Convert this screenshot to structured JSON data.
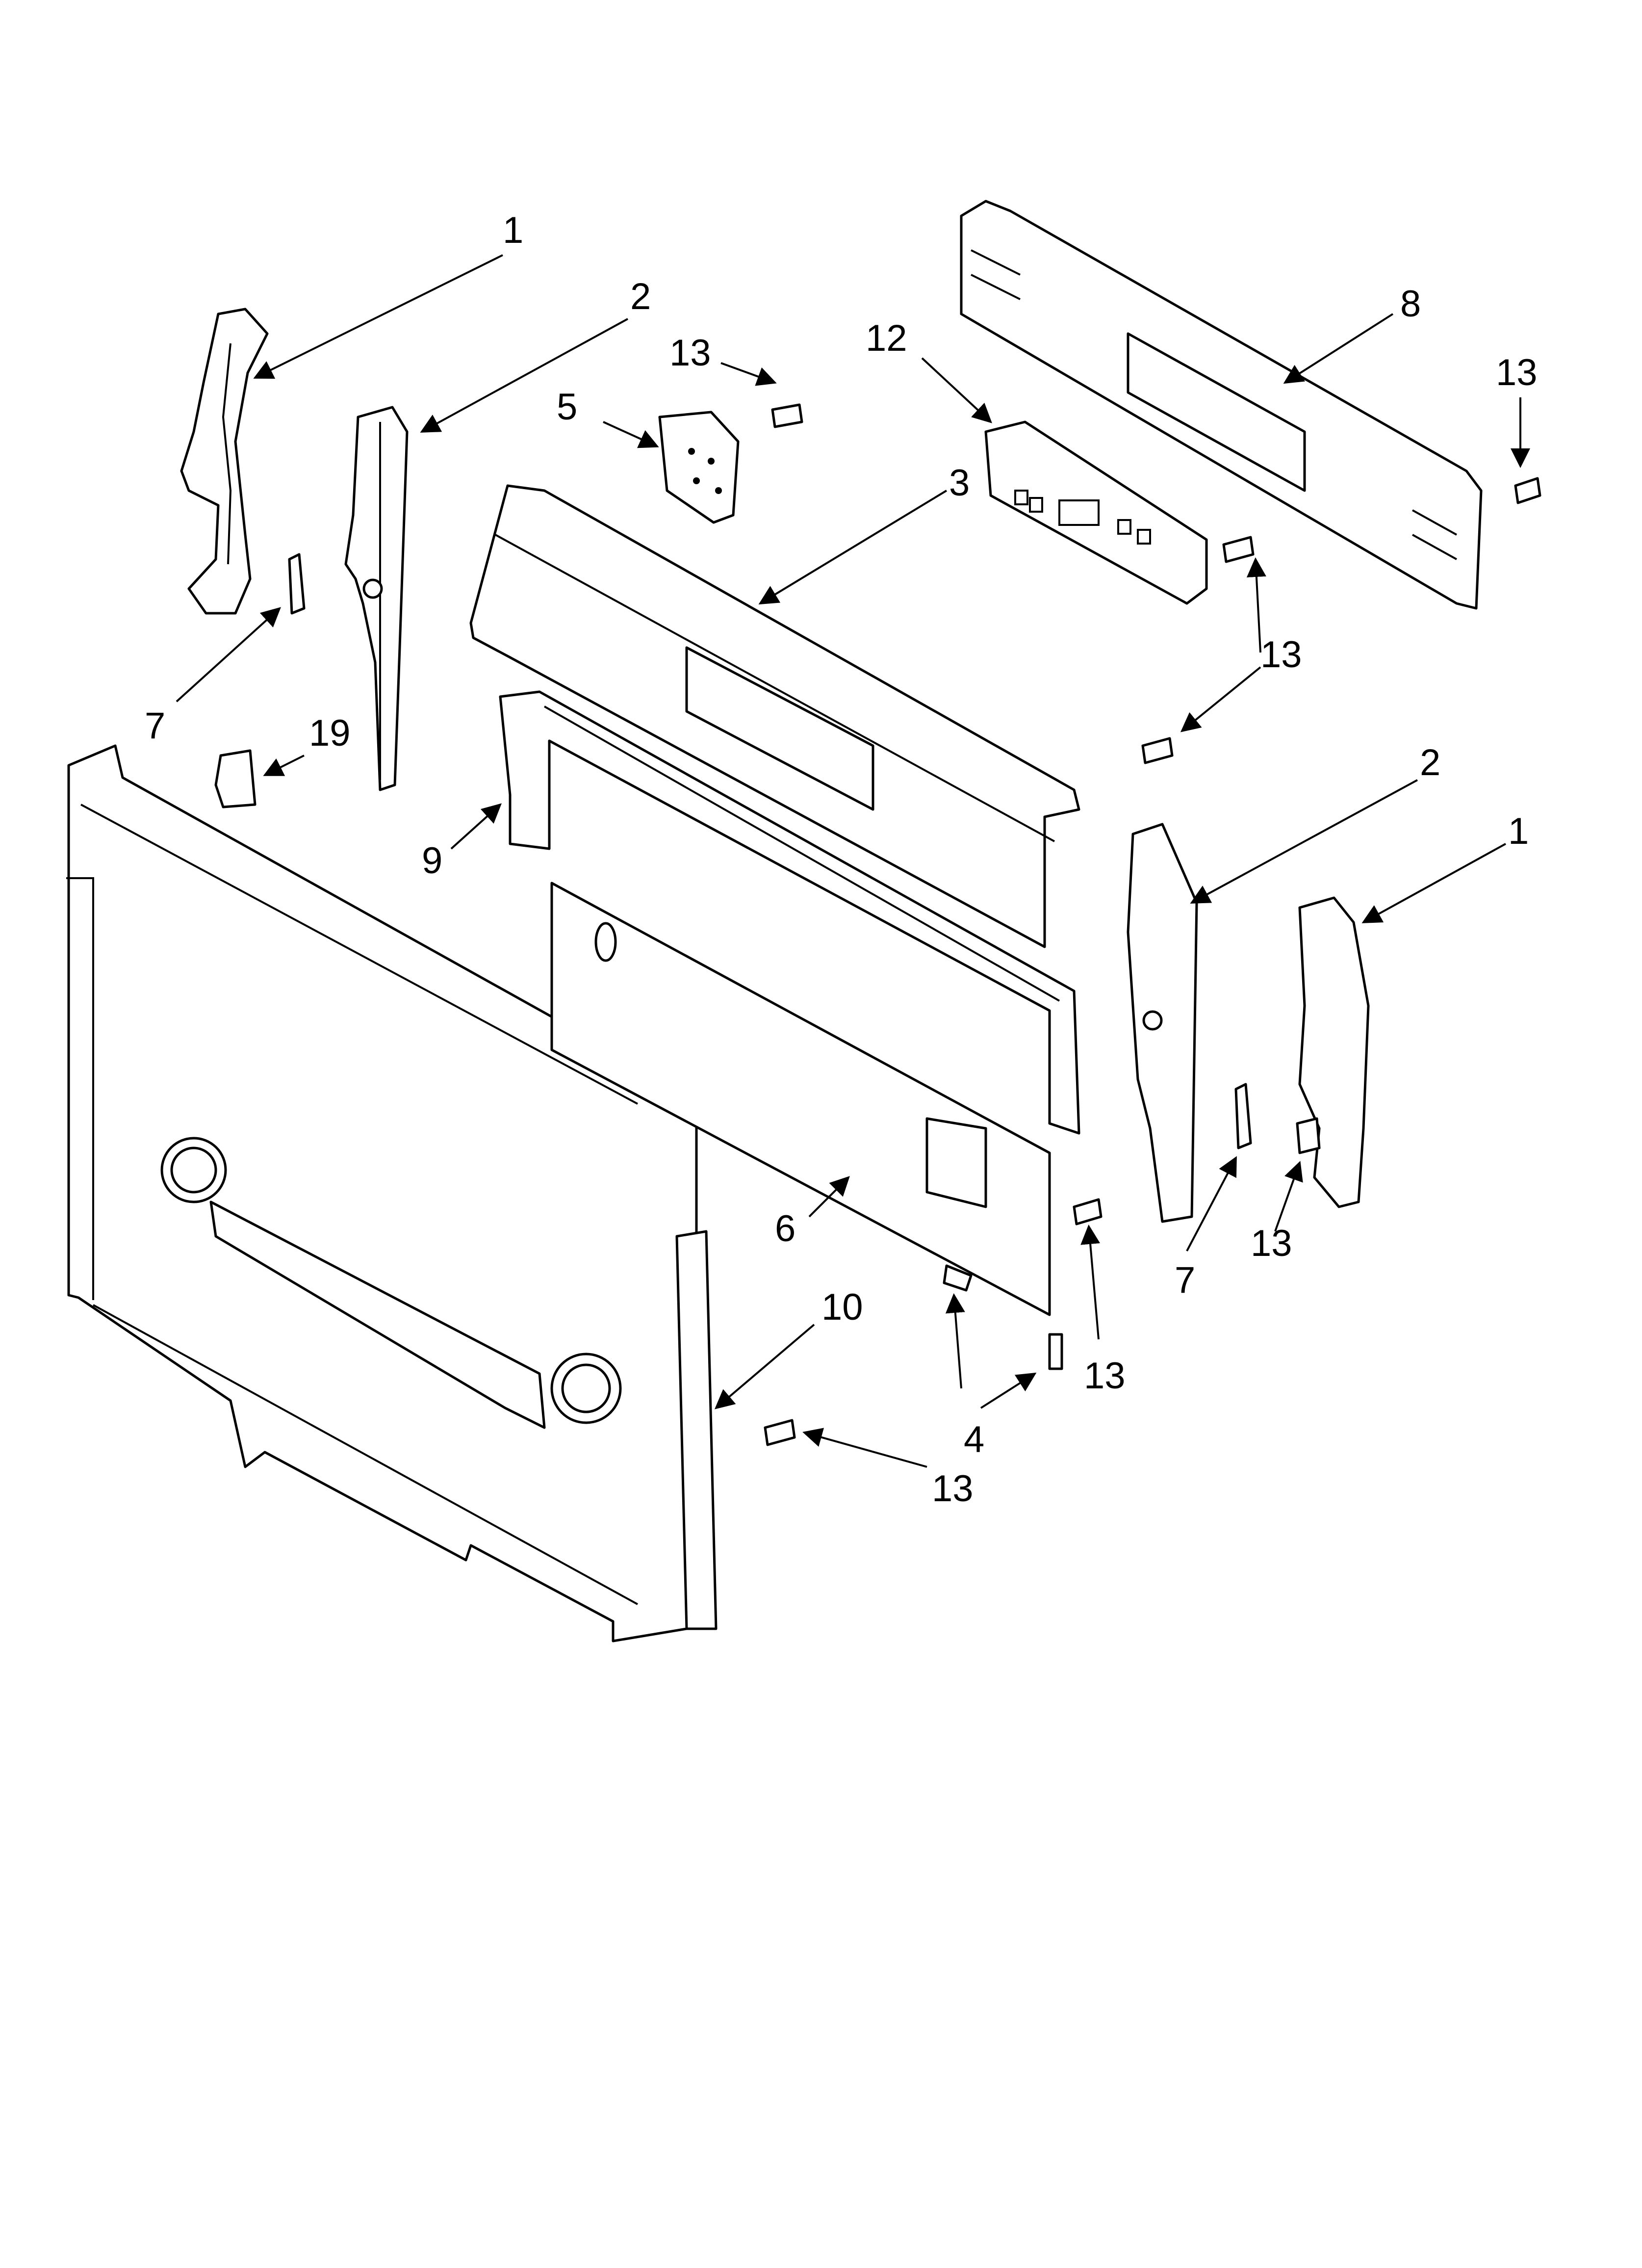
{
  "callouts": [
    {
      "id": "c1a",
      "part": "1"
    },
    {
      "id": "c2a",
      "part": "2"
    },
    {
      "id": "c13a",
      "part": "13"
    },
    {
      "id": "c5",
      "part": "5"
    },
    {
      "id": "c12",
      "part": "12"
    },
    {
      "id": "c8",
      "part": "8"
    },
    {
      "id": "c13b",
      "part": "13"
    },
    {
      "id": "c3",
      "part": "3"
    },
    {
      "id": "c13c",
      "part": "13"
    },
    {
      "id": "c7a",
      "part": "7"
    },
    {
      "id": "c19",
      "part": "19"
    },
    {
      "id": "c9",
      "part": "9"
    },
    {
      "id": "c2b",
      "part": "2"
    },
    {
      "id": "c1b",
      "part": "1"
    },
    {
      "id": "c6",
      "part": "6"
    },
    {
      "id": "c7b",
      "part": "7"
    },
    {
      "id": "c13d",
      "part": "13"
    },
    {
      "id": "c10",
      "part": "10"
    },
    {
      "id": "c13e",
      "part": "13"
    },
    {
      "id": "c4",
      "part": "4"
    },
    {
      "id": "c13f",
      "part": "13"
    }
  ]
}
